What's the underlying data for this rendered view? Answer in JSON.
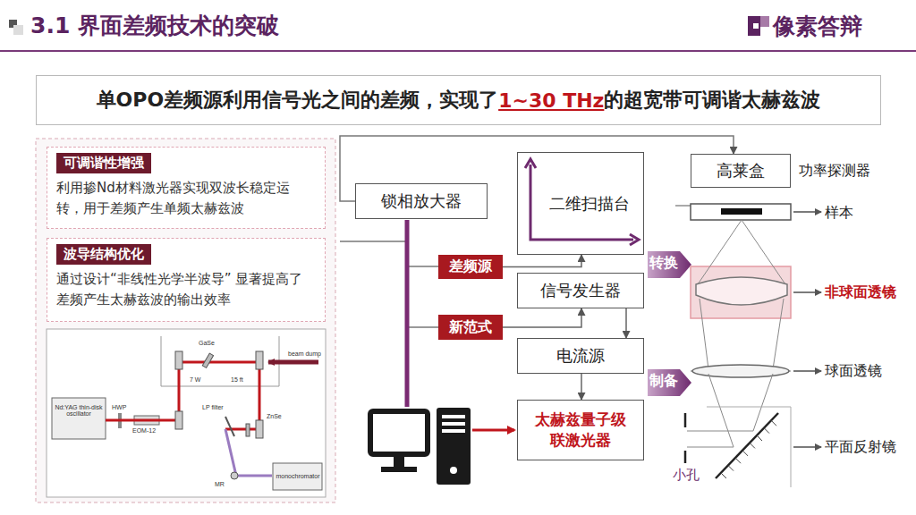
{
  "diagram": {
    "title": "3.1 界面差频技术的突破",
    "nodes": [
      {
        "text": [
          "单OPO差频源利用信号光之间的差频，实现了",
          "1~30 THz",
          "的超宽带可调谐太赫兹波"
        ]
      },
      {
        "text": [
          "可调谐性增强",
          "利用掺Nd材料激光器实现双波长稳定运转，用于差频产生单频太赫兹波"
        ]
      },
      {
        "text": [
          "波导结构优化",
          "通过设计“非线性光学半波导” 显著提高了差频产生太赫兹波的输出效率"
        ]
      },
      {
        "text": [
          "锁相放大器"
        ]
      },
      {
        "text": [
          "二维扫描台"
        ]
      },
      {
        "text": [
          "高莱盒"
        ]
      },
      {
        "text": [
          "差频源"
        ]
      },
      {
        "text": [
          "信号发生器"
        ]
      },
      {
        "text": [
          "新范式"
        ]
      },
      {
        "text": [
          "电流源"
        ]
      },
      {
        "text": [
          "太赫兹量子级联激光器"
        ]
      }
    ],
    "edges": [
      {
        "from": 3,
        "to": 5,
        "arrow": "to"
      },
      {
        "from": 6,
        "to": 4,
        "arrow": "to"
      },
      {
        "from": 8,
        "to": 7,
        "arrow": "to"
      },
      {
        "from": 7,
        "to": 9,
        "arrow": "to"
      },
      {
        "from": 9,
        "to": 10,
        "arrow": "to"
      }
    ],
    "labels": [
      "像素答辩",
      "Nd:YAG thin-disk oscillator",
      "HWP",
      "EOM-12",
      "7 W",
      "15 ft",
      "GaSe",
      "LP filter",
      "beam dump",
      "ZnSe",
      "MR",
      "monochromator",
      "功率探测器",
      "样本",
      "转换",
      "非球面透镜",
      "球面透镜",
      "制备",
      "平面反射镜",
      "小孔"
    ]
  }
}
